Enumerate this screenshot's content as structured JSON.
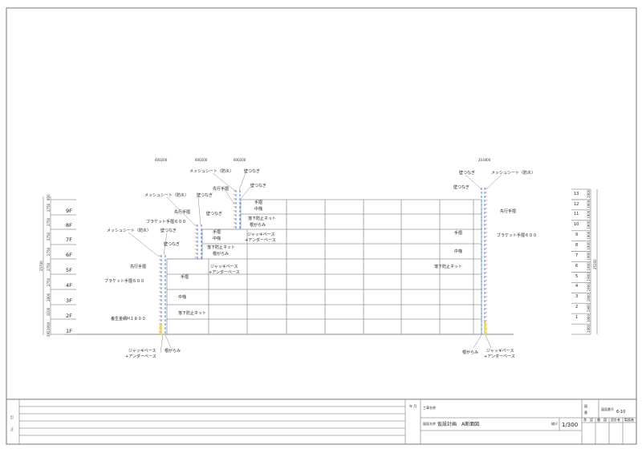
{
  "drawing": {
    "scaffold_ids": [
      "600200",
      "600200",
      "600200",
      "203400"
    ],
    "labels": {
      "mesh_sheet": "メッシュシート（防炎）",
      "wall_tie": "壁つなぎ",
      "advance_handrail": "先行手摺",
      "handrail": "手摺",
      "mid_rail": "中桟",
      "fall_net": "落下防止ネット",
      "base_brace": "根がらみ",
      "jack_base": "ジャッキベース",
      "under_base": "+アンダーベース",
      "bracket_handrail": "ブラケット手摺６００",
      "curing_mesh": "養生金網H１８００"
    },
    "left_scale": {
      "floors": [
        "1F",
        "2F",
        "3F",
        "4F",
        "5F",
        "6F",
        "7F",
        "8F",
        "9F"
      ],
      "dims": [
        "395",
        "3950",
        "3100",
        "2800",
        "2750",
        "2750",
        "2750",
        "2750",
        "2750",
        "2750",
        "950"
      ],
      "total": "25700"
    },
    "right_scale": {
      "levels": [
        "1",
        "2",
        "3",
        "4",
        "5",
        "6",
        "7",
        "8",
        "9",
        "10",
        "11",
        "12",
        "13"
      ],
      "dim": "1900",
      "total": "25100"
    }
  },
  "title_block": {
    "revision_label_1": "訂",
    "revision_label_2": "正",
    "approval_label": "年 月",
    "project_name_label": "工事名称",
    "drawing_name_label": "図面名称",
    "drawing_name": "仮設計画　A断面図",
    "scale_label": "縮尺",
    "scale": "1/300",
    "sheet_label_1": "図",
    "sheet_label_2": "番",
    "number_label": "図面番号",
    "number": "6-10",
    "col_approve": "承　認",
    "col_check": "検　図",
    "col_design": "設計者",
    "col_draw": "製図者"
  }
}
